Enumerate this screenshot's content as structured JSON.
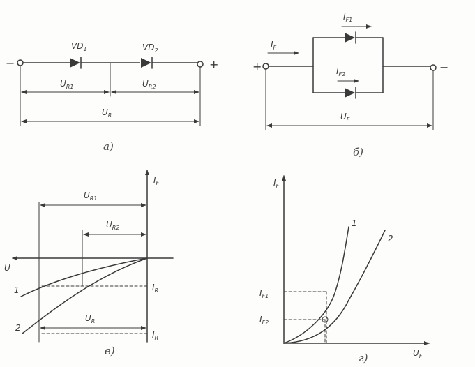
{
  "panel_a": {
    "label_vd1": "VD",
    "label_vd1_sub": "1",
    "label_vd2": "VD",
    "label_vd2_sub": "2",
    "label_ur1": "U",
    "label_ur1_sub": "R1",
    "label_ur2": "U",
    "label_ur2_sub": "R2",
    "label_ur": "U",
    "label_ur_sub": "R",
    "minus": "−",
    "plus": "+",
    "caption": "а)"
  },
  "panel_b": {
    "label_if": "I",
    "label_if_sub": "F",
    "label_if1": "I",
    "label_if1_sub": "F1",
    "label_if2": "I",
    "label_if2_sub": "F2",
    "label_uf": "U",
    "label_uf_sub": "F",
    "plus": "+",
    "minus": "−",
    "caption": "б)"
  },
  "panel_c": {
    "axis_if": "I",
    "axis_if_sub": "F",
    "axis_u": "U",
    "label_ur1": "U",
    "label_ur1_sub": "R1",
    "label_ur2": "U",
    "label_ur2_sub": "R2",
    "label_ur": "U",
    "label_ur_sub": "R",
    "label_ir_1": "I",
    "label_ir_1_sub": "R",
    "label_ir_2": "I",
    "label_ir_2_sub": "R",
    "curve_1": "1",
    "curve_2": "2",
    "caption": "в)"
  },
  "panel_d": {
    "axis_if": "I",
    "axis_if_sub": "F",
    "axis_uf": "U",
    "axis_uf_sub": "F",
    "label_if1": "I",
    "label_if1_sub": "F1",
    "label_if2": "I",
    "label_if2_sub": "F2",
    "curve_1": "1",
    "curve_2": "2",
    "caption": "г)"
  }
}
